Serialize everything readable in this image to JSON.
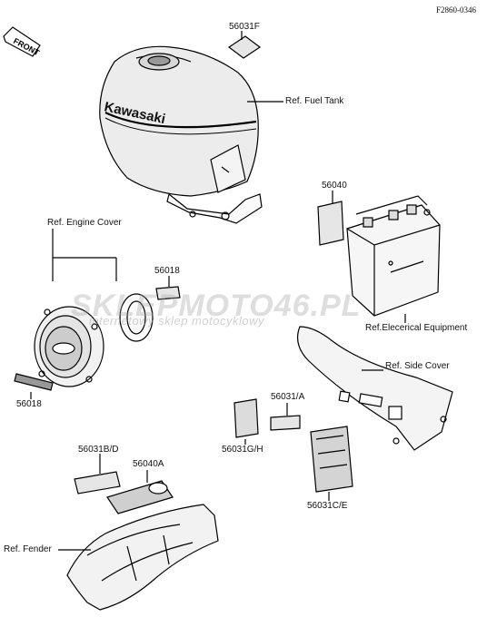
{
  "figure_code": "F2860-0346",
  "front_label": "FRONT",
  "brand": "Kawasaki",
  "watermark": {
    "site": "SKLEPMOTO46.PL",
    "tagline": "internetowy sklep motocyklowy"
  },
  "labels": {
    "p56031F": "56031F",
    "fuel_tank": "Ref. Fuel Tank",
    "p56040": "56040",
    "engine_cover": "Ref. Engine Cover",
    "p56018_a": "56018",
    "p56018_b": "56018",
    "electrical": "Ref.Elecerical Equipment",
    "side_cover": "Ref. Side Cover",
    "p56031A": "56031/A",
    "p56031GH": "56031G/H",
    "p56031CE": "56031C/E",
    "p56031BD": "56031B/D",
    "p56040A": "56040A",
    "fender": "Ref. Fender"
  }
}
